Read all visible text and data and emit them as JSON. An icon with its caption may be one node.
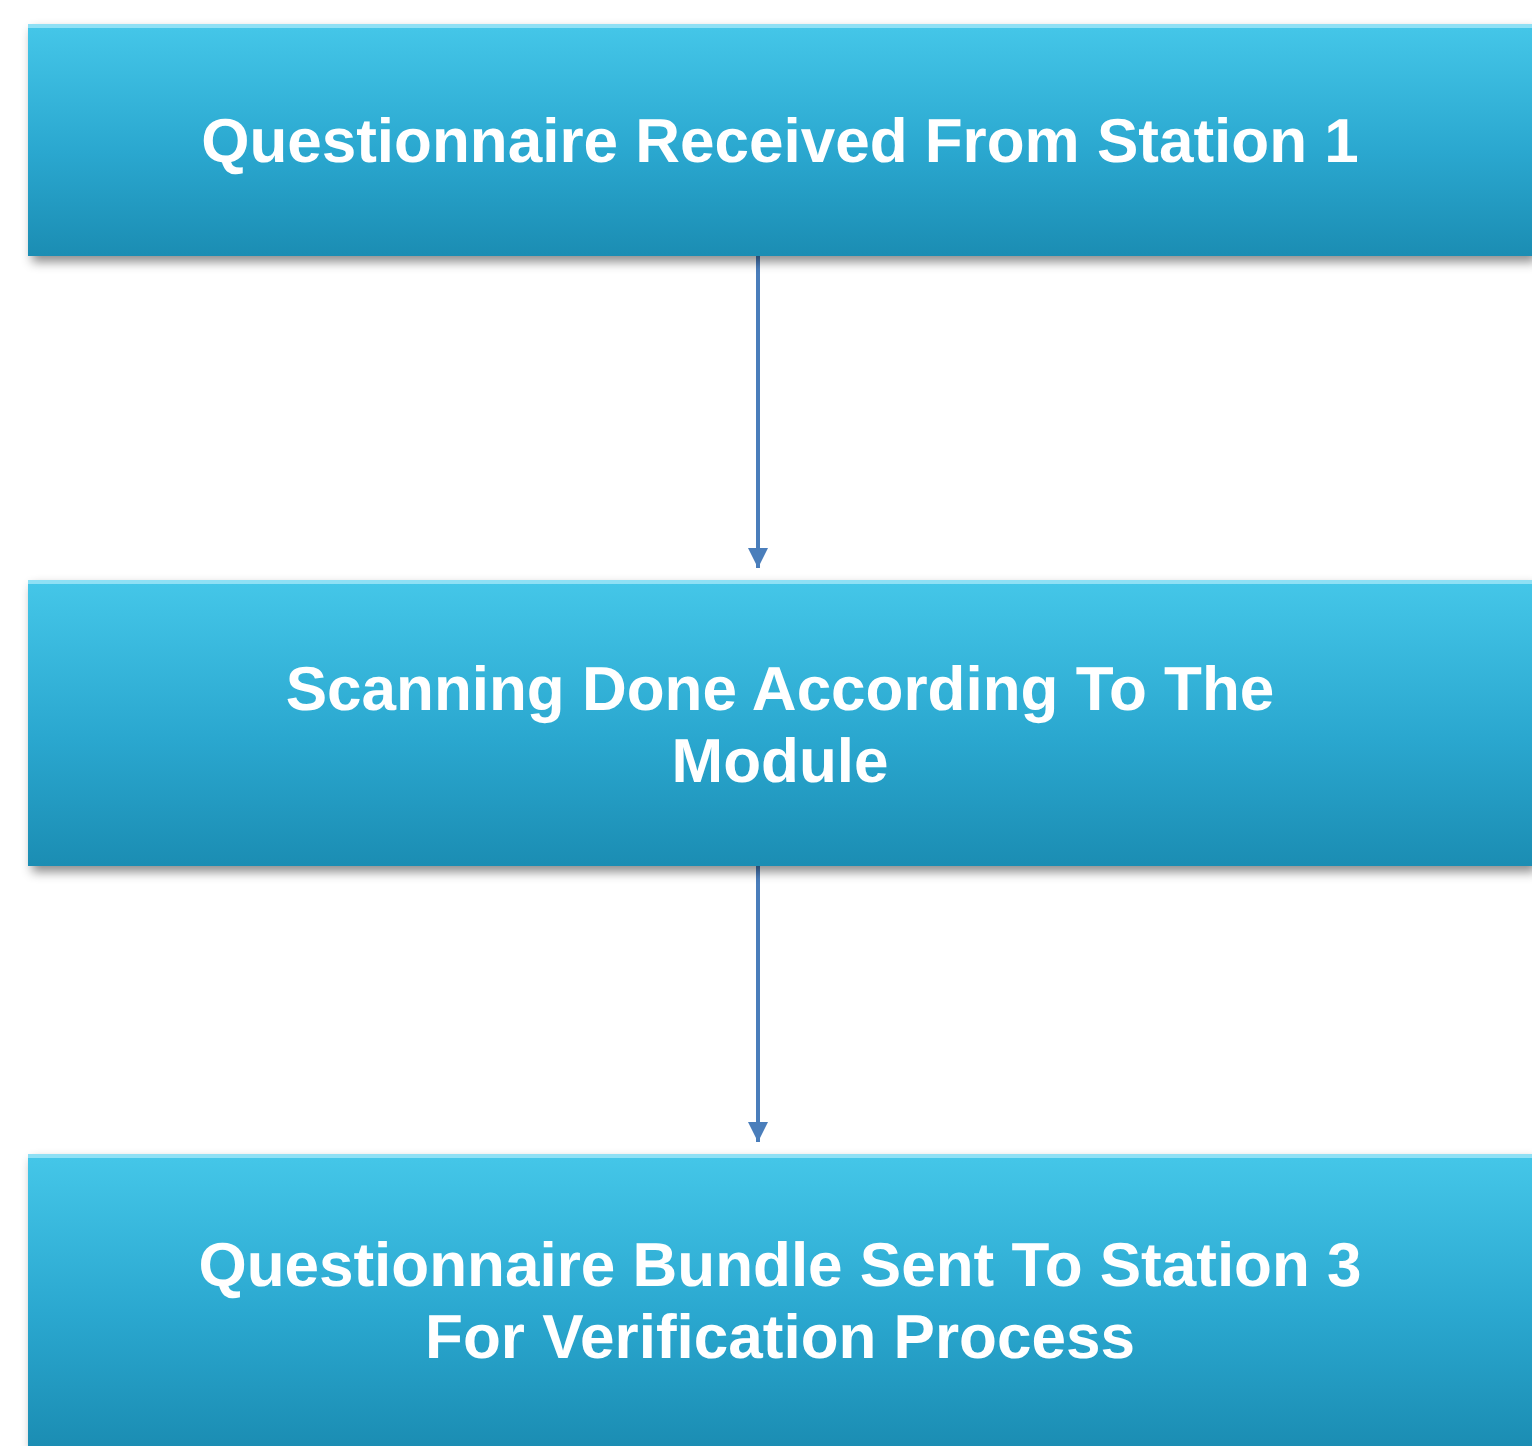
{
  "diagram": {
    "nodes": [
      {
        "text": [
          "Questionnaire Received From Station 1"
        ]
      },
      {
        "text": [
          "Scanning Done According To The Module"
        ]
      },
      {
        "text": [
          "Questionnaire Bundle Sent To Station 3 For Verification Process"
        ]
      }
    ],
    "edges": [
      {
        "from": 0,
        "to": 1,
        "arrow": "to"
      },
      {
        "from": 1,
        "to": 2,
        "arrow": "to"
      }
    ]
  }
}
